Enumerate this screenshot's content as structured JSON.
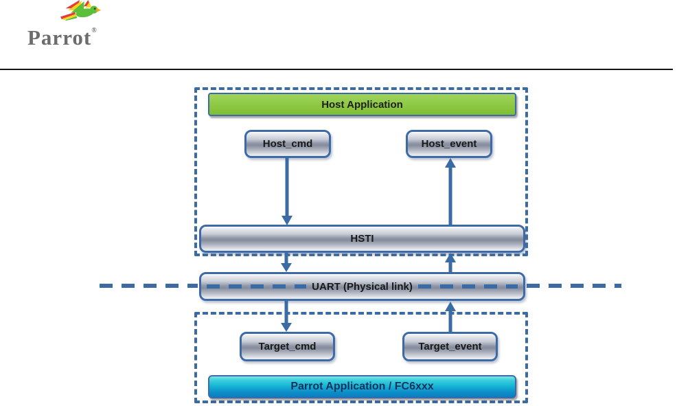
{
  "logo": {
    "brand": "Parrot",
    "registered_mark": "®"
  },
  "diagram": {
    "host_box": {
      "application": "Host Application",
      "cmd": "Host_cmd",
      "event": "Host_event",
      "hsti": "HSTI"
    },
    "uart": {
      "label": "UART (Physical link)"
    },
    "target_box": {
      "cmd": "Target_cmd",
      "event": "Target_event",
      "application": "Parrot Application / FC6xxx"
    },
    "colors": {
      "accent_blue": "#3A6BA5",
      "box_border_blue": "#3D6AA6",
      "host_app_green": "#8DC843",
      "target_app_cyan": "#14B5D5",
      "metal_gray_mid": "#9096A6",
      "divider_black": "#141414",
      "logo_gray": "#6C6C6C"
    }
  }
}
